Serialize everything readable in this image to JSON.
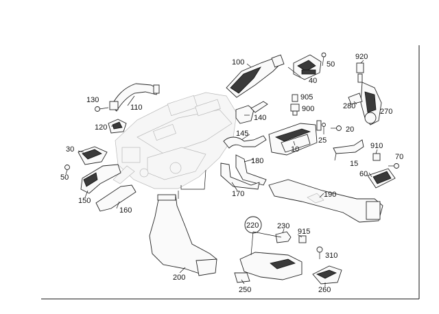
{
  "diagram": {
    "callouts": [
      {
        "id": "c100",
        "text": "100"
      },
      {
        "id": "c40",
        "text": "40"
      },
      {
        "id": "c50a",
        "text": "50"
      },
      {
        "id": "c920",
        "text": "920"
      },
      {
        "id": "c130",
        "text": "130"
      },
      {
        "id": "c110",
        "text": "110"
      },
      {
        "id": "c905",
        "text": "905"
      },
      {
        "id": "c900",
        "text": "900"
      },
      {
        "id": "c280",
        "text": "280"
      },
      {
        "id": "c270",
        "text": "270"
      },
      {
        "id": "c140",
        "text": "140"
      },
      {
        "id": "c120",
        "text": "120"
      },
      {
        "id": "c145",
        "text": "145"
      },
      {
        "id": "c20",
        "text": "20"
      },
      {
        "id": "c25",
        "text": "25"
      },
      {
        "id": "c10",
        "text": "10"
      },
      {
        "id": "c910",
        "text": "910"
      },
      {
        "id": "c30",
        "text": "30"
      },
      {
        "id": "c70",
        "text": "70"
      },
      {
        "id": "c15",
        "text": "15"
      },
      {
        "id": "c180",
        "text": "180"
      },
      {
        "id": "c60",
        "text": "60"
      },
      {
        "id": "c50b",
        "text": "50"
      },
      {
        "id": "c170",
        "text": "170"
      },
      {
        "id": "c190",
        "text": "190"
      },
      {
        "id": "c150",
        "text": "150"
      },
      {
        "id": "c160",
        "text": "160"
      },
      {
        "id": "c220",
        "text": "220"
      },
      {
        "id": "c230",
        "text": "230"
      },
      {
        "id": "c915",
        "text": "915"
      },
      {
        "id": "c310",
        "text": "310"
      },
      {
        "id": "c200",
        "text": "200"
      },
      {
        "id": "c250",
        "text": "250"
      },
      {
        "id": "c260",
        "text": "260"
      }
    ]
  }
}
